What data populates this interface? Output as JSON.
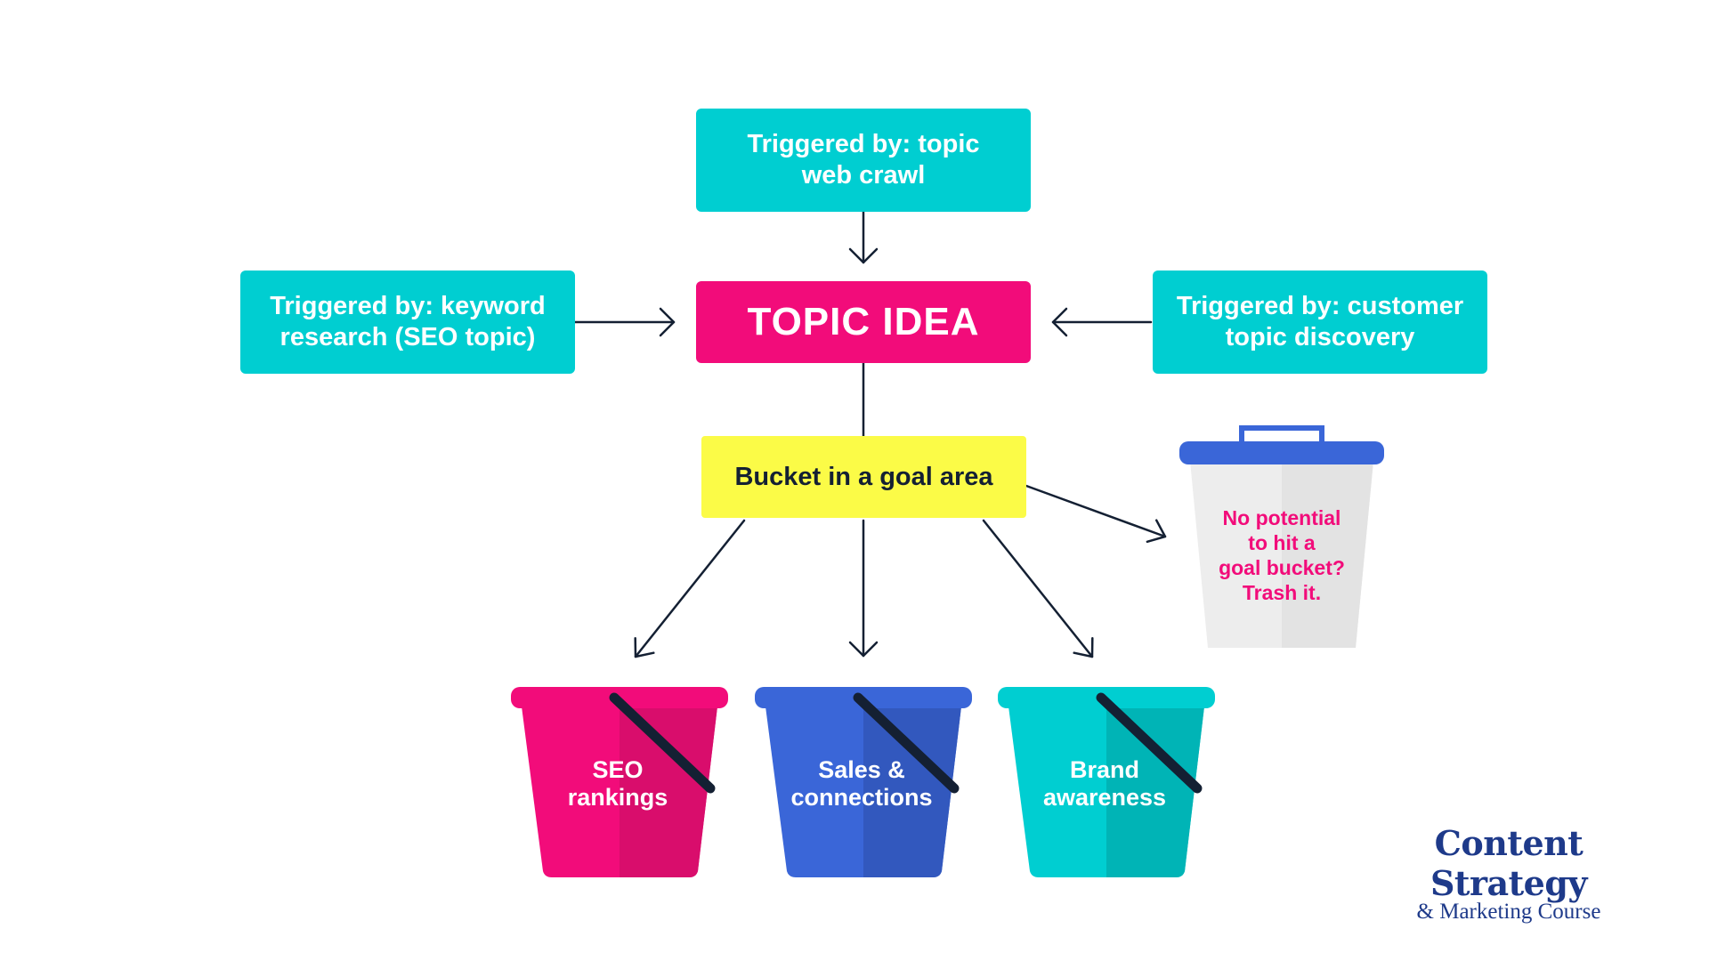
{
  "diagram": {
    "trigger_top": "Triggered by: topic\nweb crawl",
    "trigger_left": "Triggered by: keyword\nresearch (SEO topic)",
    "trigger_right": "Triggered by: customer\ntopic discovery",
    "topic_idea": "TOPIC IDEA",
    "goal_area": "Bucket in a goal area",
    "trash_text": "No potential\nto hit a\ngoal bucket?\nTrash it.",
    "buckets": [
      {
        "label": "SEO\nrankings",
        "color": "#F20C7A",
        "shade": "#D90D6C"
      },
      {
        "label": "Sales &\nconnections",
        "color": "#3A66D8",
        "shade": "#3258BE"
      },
      {
        "label": "Brand\nawareness",
        "color": "#00CED1",
        "shade": "#00B4B6"
      }
    ],
    "colors": {
      "teal": "#00CED1",
      "pink": "#F20C7A",
      "yellow": "#FBFB47",
      "navy": "#142033",
      "trash_lid": "#3A66D8",
      "trash_body": "#EDEDED"
    }
  },
  "branding": {
    "title": "Content Strategy",
    "subtitle": "& Marketing Course"
  }
}
